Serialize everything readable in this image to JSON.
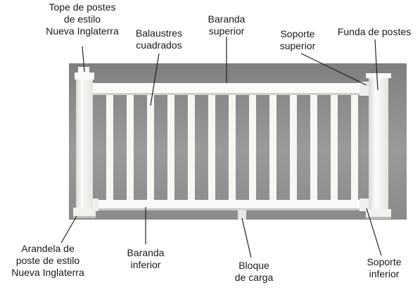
{
  "labels": {
    "tope": [
      "Tope de postes",
      "de estilo",
      "Nueva Inglaterra"
    ],
    "balaustres": [
      "Balaustres",
      "cuadrados"
    ],
    "baranda_superior": [
      "Baranda",
      "superior"
    ],
    "soporte_superior": [
      "Soporte",
      "superior"
    ],
    "funda": [
      "Funda de postes"
    ],
    "arandela": [
      "Arandela de",
      "poste de estilo",
      "Nueva Inglaterra"
    ],
    "baranda_inferior": [
      "Baranda",
      "inferior"
    ],
    "bloque": [
      "Bloque",
      "de carga"
    ],
    "soporte_inferior": [
      "Soporte",
      "inferior"
    ]
  },
  "colors": {
    "background_photo": "#8d8d8d",
    "railing": "#f4f4f2",
    "railing_shadow": "#c9c9c6",
    "leader": "#222222"
  }
}
